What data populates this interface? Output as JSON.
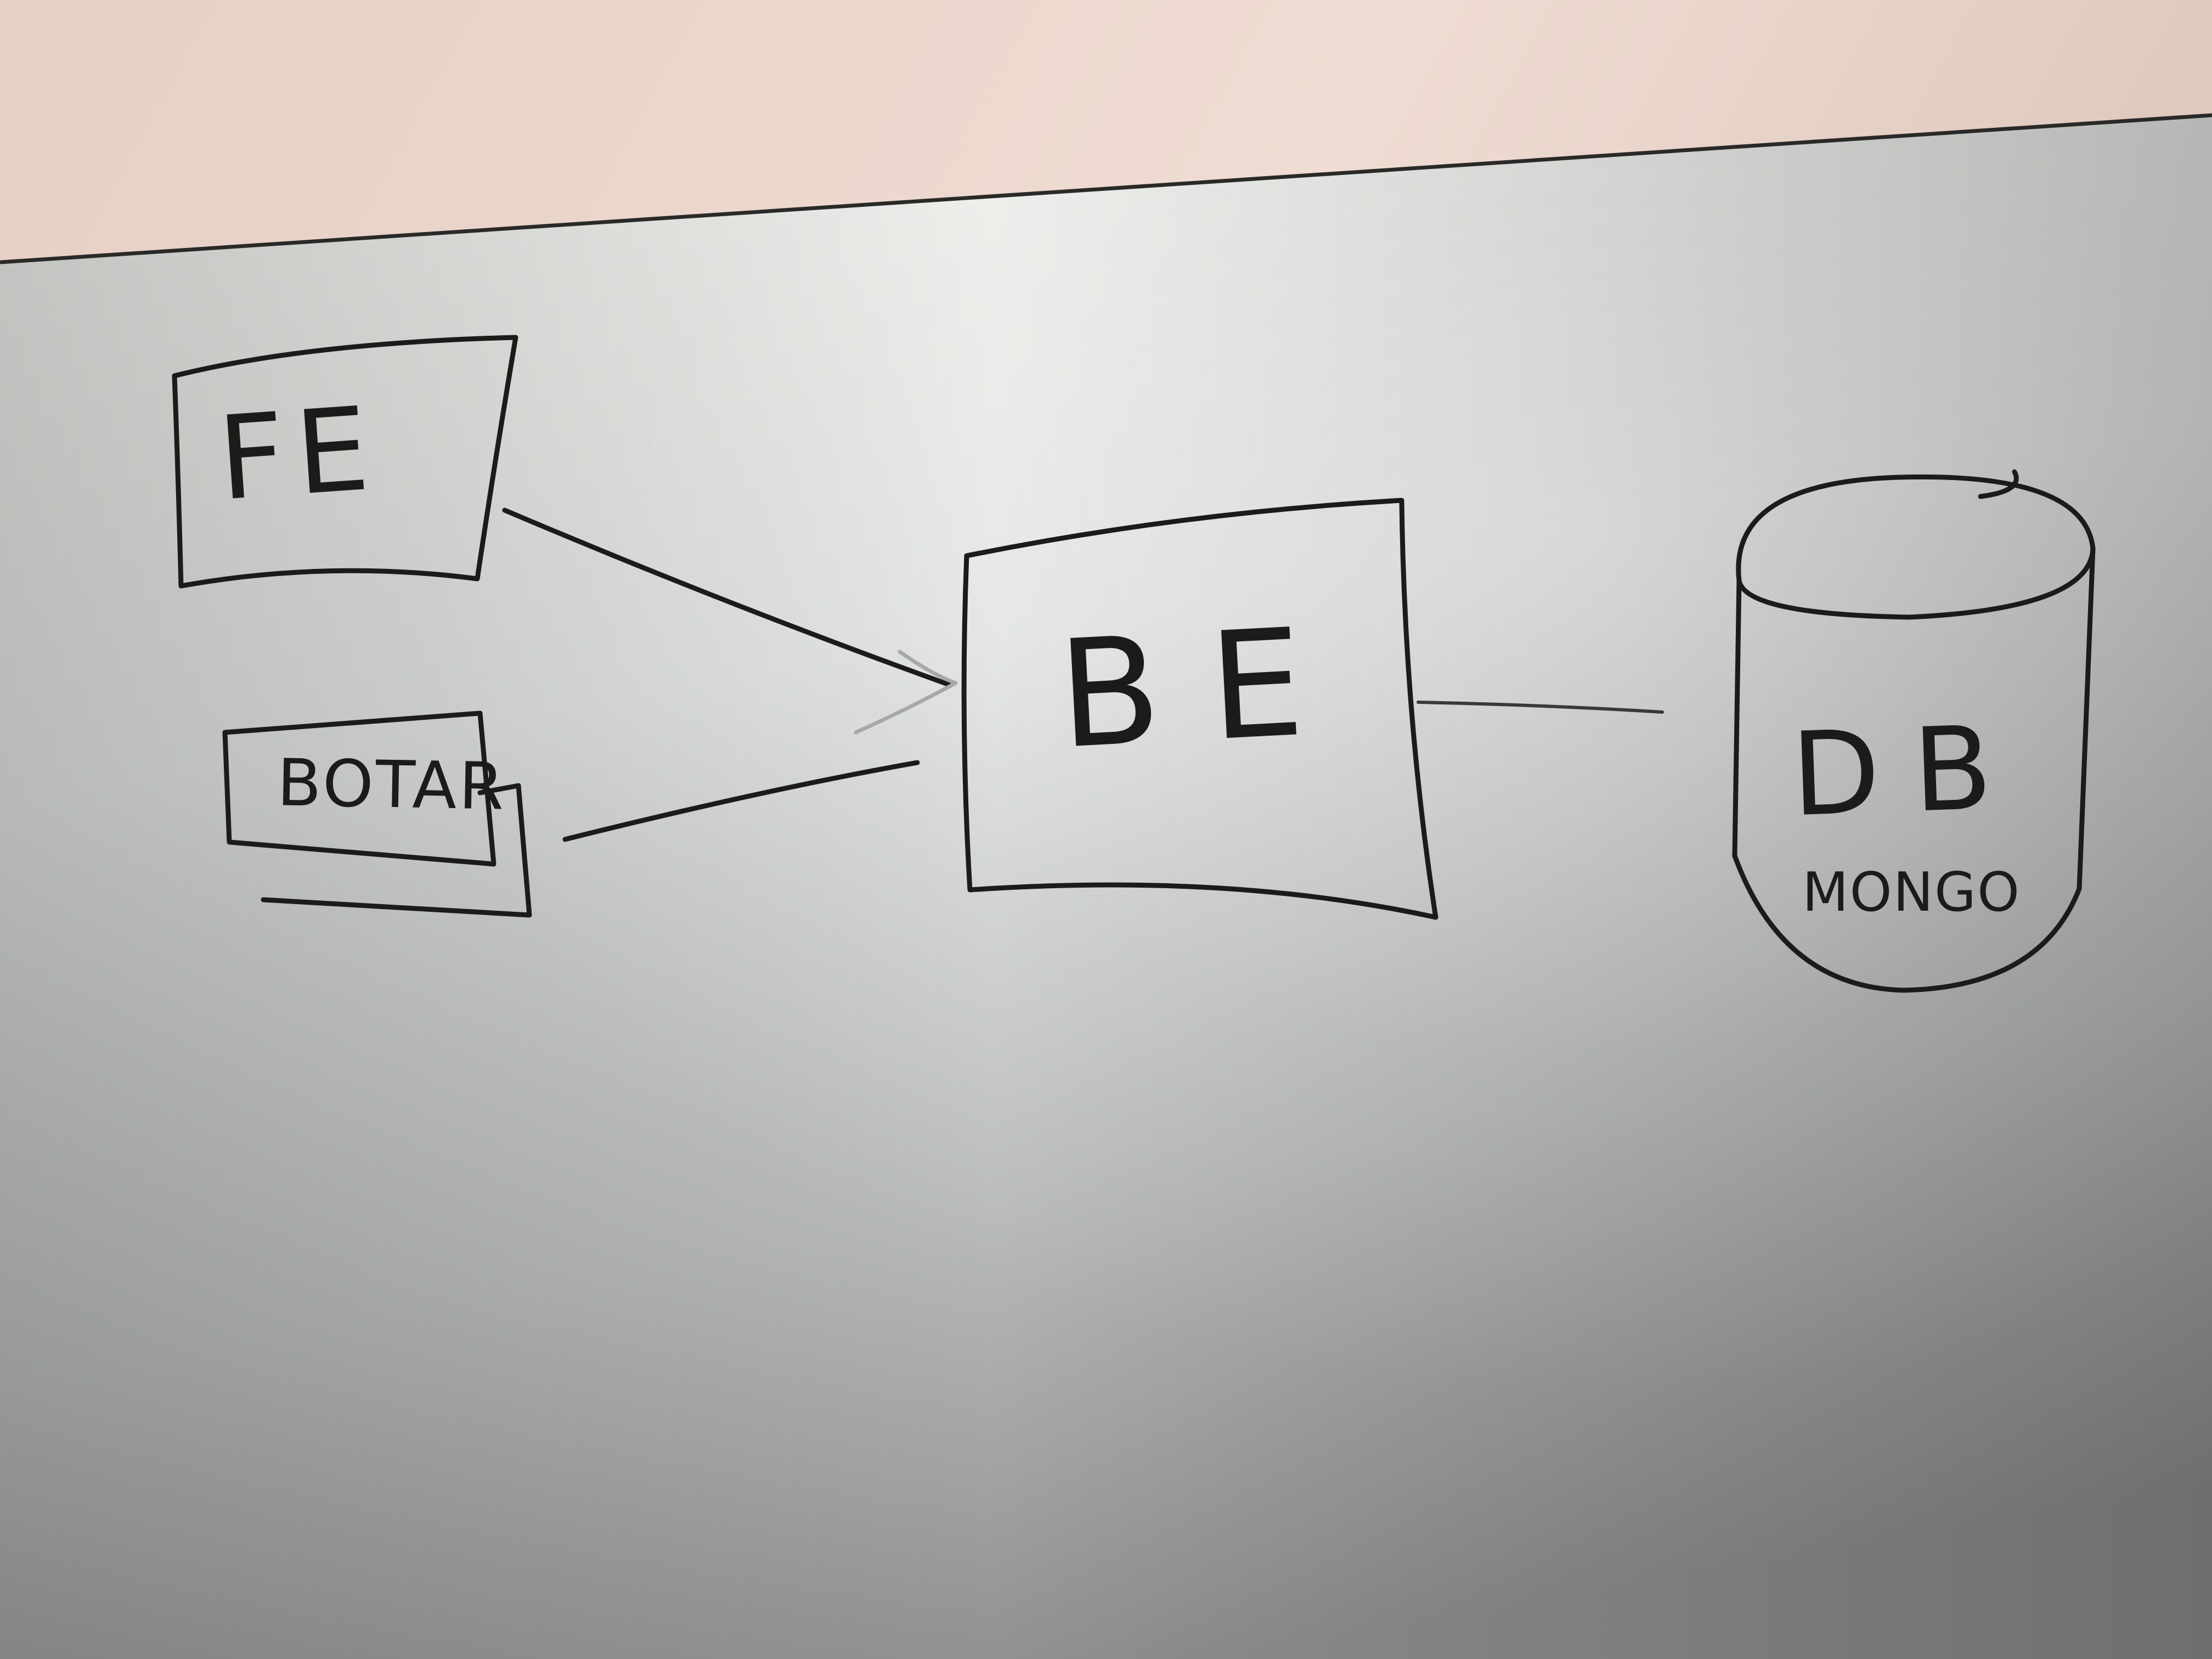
{
  "diagram": {
    "nodes": {
      "fe": {
        "label": "FE"
      },
      "botar": {
        "label": "BOTAR"
      },
      "be": {
        "label": "BE"
      },
      "db": {
        "label": "DB",
        "sublabel": "MONGO"
      }
    },
    "edges": [
      {
        "from": "FE",
        "to": "BE"
      },
      {
        "from": "BOTAR",
        "to": "BE"
      },
      {
        "from": "BE",
        "to": "DB"
      }
    ]
  },
  "colors": {
    "wall": "#e8d2c6",
    "marker": "#1c1b1a",
    "board_light": "#e9ebe8",
    "board_shadow": "#8a8c89"
  }
}
